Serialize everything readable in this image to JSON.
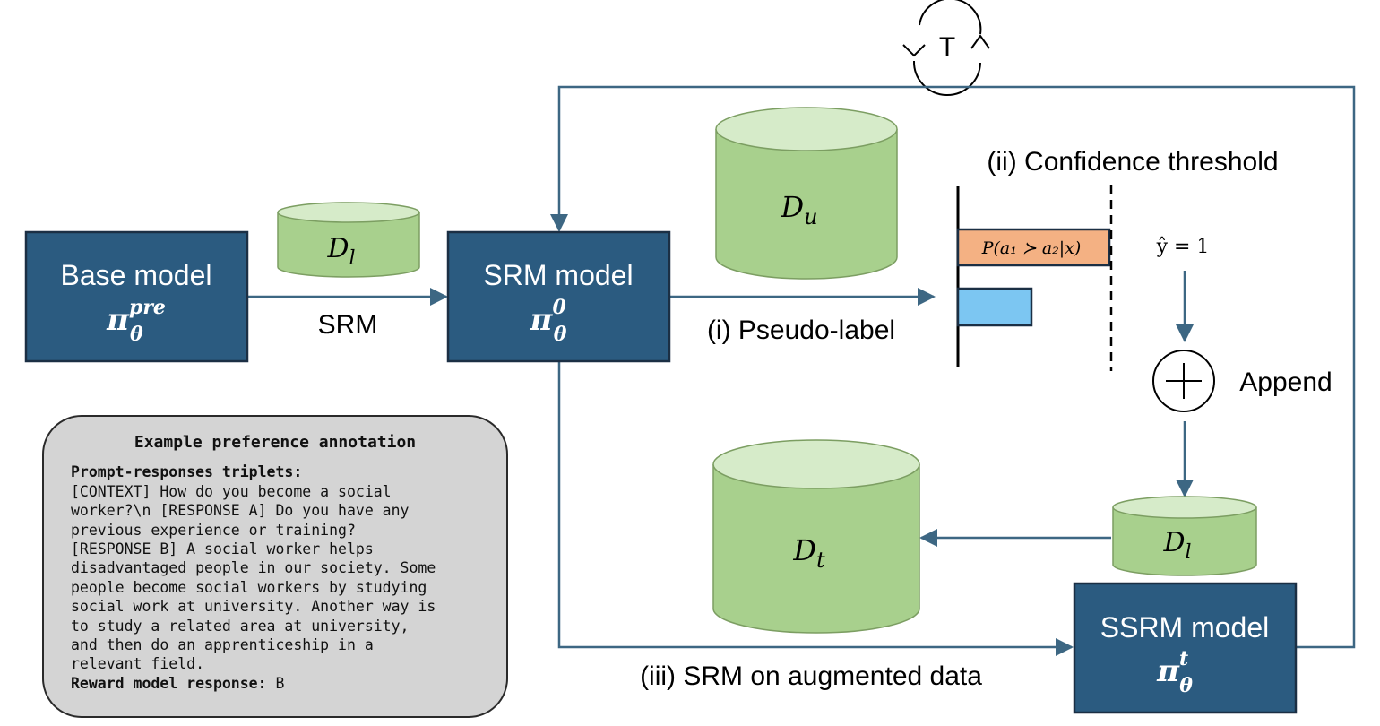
{
  "colors": {
    "model_box_fill": "#2b5b80",
    "model_box_stroke": "#1b2f44",
    "arrow": "#3d6783",
    "cylinder_body": "#a8d08d",
    "cylinder_top": "#d6ebc9",
    "cylinder_stroke": "#7c9e62",
    "bar_orange": "#f4b183",
    "bar_blue": "#7cc6f2",
    "example_bg": "#d4d4d4"
  },
  "loop": {
    "label": "T"
  },
  "models": {
    "base": {
      "title": "Base model",
      "symbol": "π",
      "sub": "θ",
      "sup": "pre"
    },
    "srm": {
      "title": "SRM model",
      "symbol": "π",
      "sub": "θ",
      "sup": "0"
    },
    "ssrm": {
      "title": "SSRM model",
      "symbol": "π",
      "sub": "θ",
      "sup": "t"
    }
  },
  "datasets": {
    "labeled_top": {
      "symbol": "D",
      "sub": "l"
    },
    "unlabeled": {
      "symbol": "D",
      "sub": "u"
    },
    "augmented": {
      "symbol": "D",
      "sub": "t"
    },
    "labeled_bottom": {
      "symbol": "D",
      "sub": "l"
    }
  },
  "labels": {
    "srm_arrow": "SRM",
    "pseudo_label": "(i) Pseudo-label",
    "confidence": "(ii) Confidence threshold",
    "append": "Append",
    "augmented_training": "(iii) SRM on augmented data",
    "prob_bar": "P(a₁ ≻ a₂|x)",
    "y_hat": "ŷ = 1",
    "plus": "+"
  },
  "example": {
    "title": "Example preference annotation",
    "triplets_label": "Prompt-responses triplets:",
    "lines": [
      "[CONTEXT] How do you become a social",
      "worker?\\n [RESPONSE A] Do you have any",
      "previous experience or training?",
      "[RESPONSE B] A social worker helps",
      "disadvantaged people in our society. Some",
      "people become social workers by studying",
      "social work at university. Another way is",
      "to study a related area at university,",
      "and then do an apprenticeship in a",
      "relevant field."
    ],
    "reward_label": "Reward model response:",
    "reward_value": "B"
  }
}
